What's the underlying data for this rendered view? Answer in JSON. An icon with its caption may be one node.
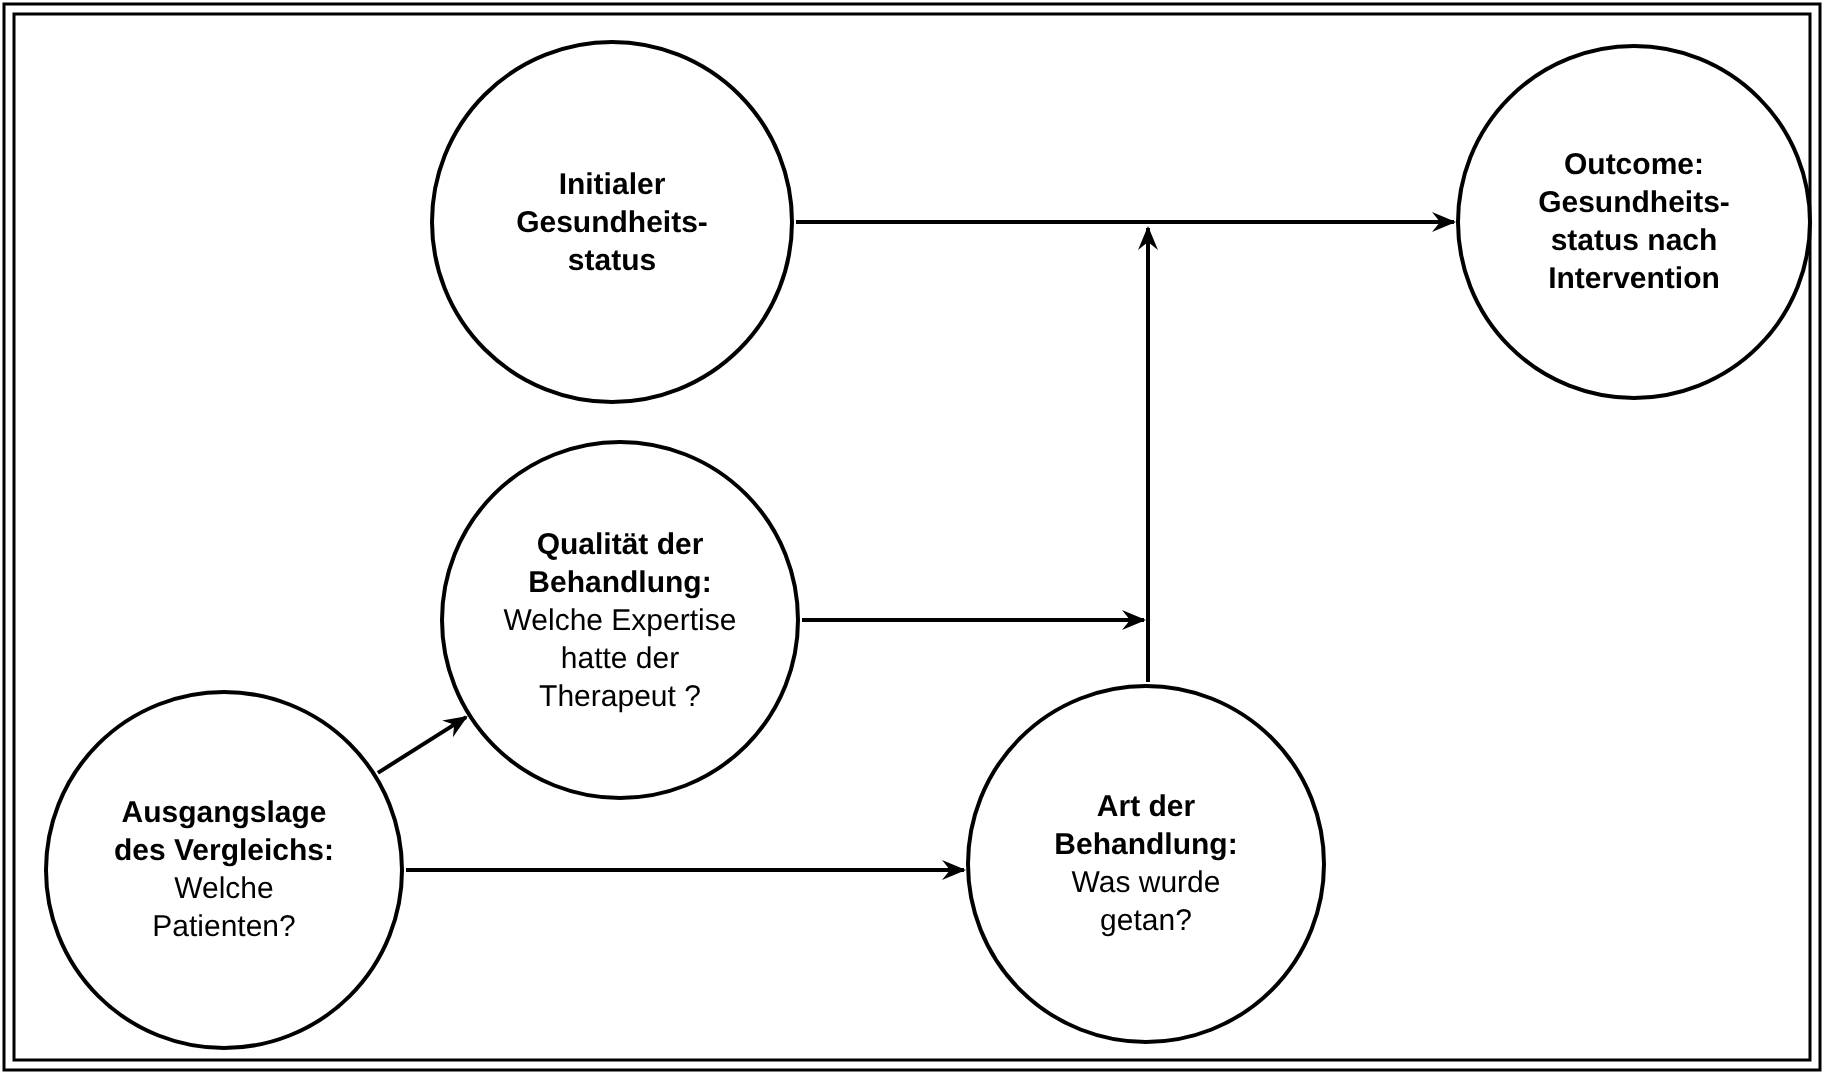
{
  "diagram": {
    "nodes": [
      {
        "text": [
          "Initialer Gesundheits- status"
        ]
      },
      {
        "text": [
          "Outcome: Gesundheits- status nach Intervention"
        ]
      },
      {
        "text": [
          "Qualität der Behandlung:",
          "Welche Expertise hatte der Therapeut ?"
        ]
      },
      {
        "text": [
          "Ausgangslage des Vergleichs:",
          "Welche Patienten?"
        ]
      },
      {
        "text": [
          "Art der Behandlung:",
          "Was wurde getan?"
        ]
      }
    ],
    "edges": [
      {
        "from": 0,
        "to": 1,
        "arrow": "to"
      },
      {
        "from": 2,
        "to": null,
        "arrow": "to"
      },
      {
        "from": 4,
        "to": null,
        "arrow": "to"
      },
      {
        "from": 3,
        "to": 2,
        "arrow": "to"
      },
      {
        "from": 3,
        "to": 4,
        "arrow": "to"
      }
    ]
  }
}
